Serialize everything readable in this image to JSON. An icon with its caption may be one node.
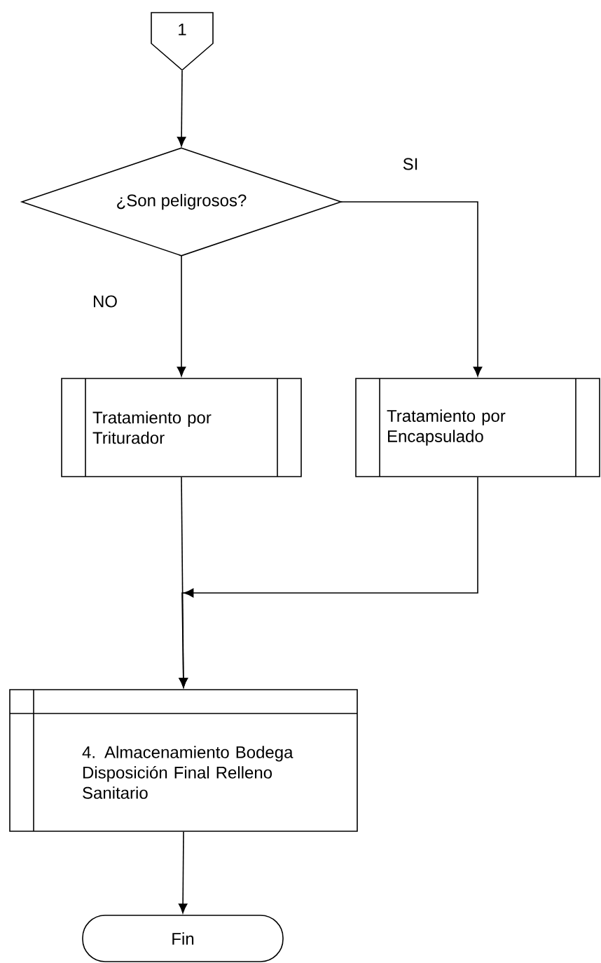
{
  "diagram": {
    "nodes": [
      {
        "text": [
          "1"
        ]
      },
      {
        "text": [
          "¿Son peligrosos?"
        ]
      },
      {
        "text": [
          "Tratamiento por Triturador"
        ]
      },
      {
        "text": [
          "Tratamiento por Encapsulado"
        ]
      },
      {
        "text": [
          "4. Almacenamiento Bodega Disposición Final Relleno Sanitario"
        ]
      },
      {
        "text": [
          "Fin"
        ]
      }
    ],
    "edges": [
      {
        "from": 0,
        "to": 1,
        "arrow": "to"
      },
      {
        "from": 1,
        "to": 2,
        "arrow": "to",
        "label": "NO"
      },
      {
        "from": 1,
        "to": 3,
        "arrow": "to",
        "label": "SI"
      },
      {
        "from": 2,
        "to": 4,
        "arrow": "to"
      },
      {
        "from": 3,
        "to": 4,
        "arrow": "to"
      },
      {
        "from": 4,
        "to": 5,
        "arrow": "to"
      }
    ]
  }
}
